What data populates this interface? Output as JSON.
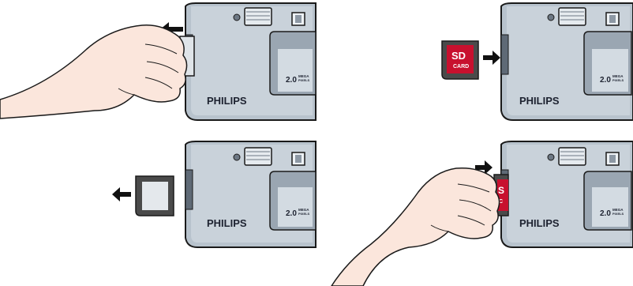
{
  "steps": [
    {
      "id": "remove-card-hand"
    },
    {
      "id": "insert-sd-card"
    },
    {
      "id": "remove-dummy-card"
    },
    {
      "id": "insert-sd-card-hand"
    }
  ],
  "camera": {
    "brand": "PHILIPS",
    "resolution_number": "2.0",
    "resolution_mega": "MEGA",
    "resolution_pixels": "PIXELS"
  },
  "sd_card": {
    "line1": "SD",
    "line2": "CARD",
    "partial_1": "S",
    "partial_2": "C"
  },
  "colors": {
    "camera_body": "#b7c2cc",
    "camera_dark": "#6d7884",
    "card_red": "#c8102e",
    "outline": "#1a1a1a"
  }
}
